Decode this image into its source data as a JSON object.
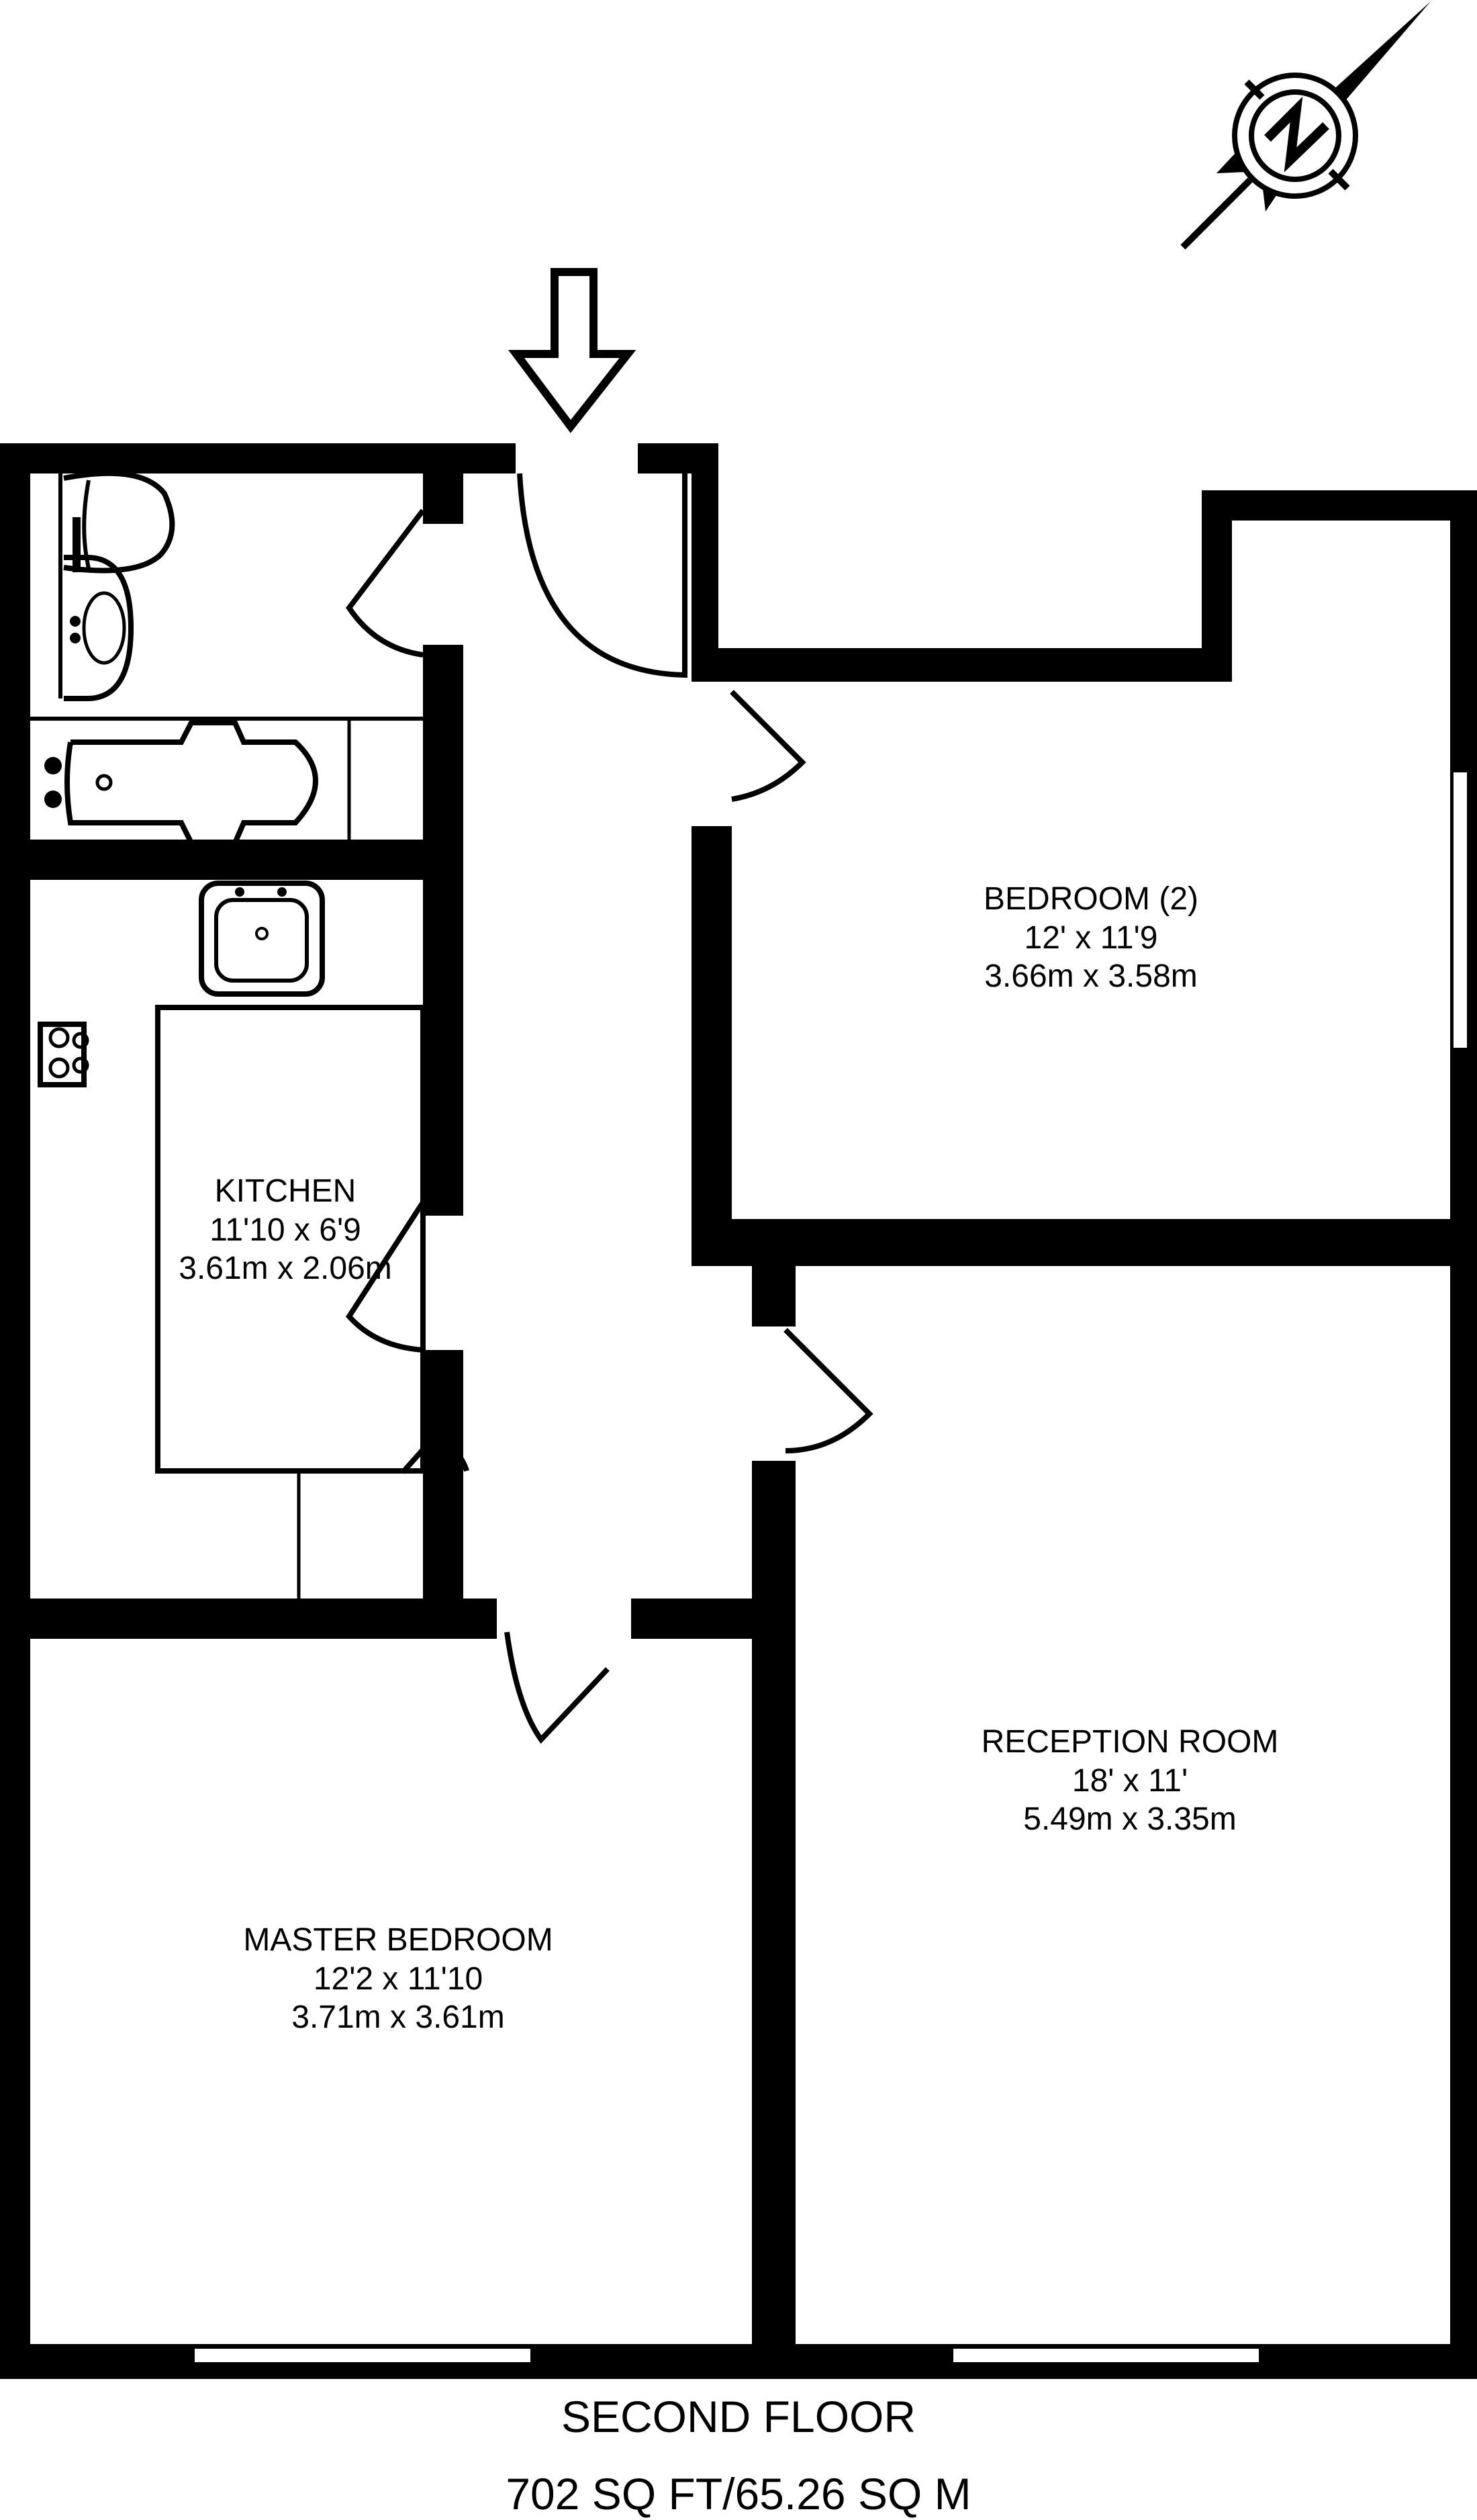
{
  "floorplan": {
    "floor_name": "SECOND FLOOR",
    "total_area": "702 SQ FT/65.26 SQ M",
    "compass": {
      "icon": "north-compass-icon",
      "letter": "N"
    },
    "entrance": {
      "icon": "entrance-arrow-icon"
    },
    "rooms": [
      {
        "id": "bedroom-2",
        "name": "BEDROOM (2)",
        "imperial": "12' x 11'9",
        "metric": "3.66m x 3.58m"
      },
      {
        "id": "kitchen",
        "name": "KITCHEN",
        "imperial": "11'10 x 6'9",
        "metric": "3.61m x 2.06m"
      },
      {
        "id": "reception-room",
        "name": "RECEPTION ROOM",
        "imperial": "18' x 11'",
        "metric": "5.49m x 3.35m"
      },
      {
        "id": "master-bedroom",
        "name": "MASTER BEDROOM",
        "imperial": "12'2 x 11'10",
        "metric": "3.71m x 3.61m"
      }
    ],
    "colors": {
      "wall": "#000000",
      "background": "#ffffff"
    }
  }
}
